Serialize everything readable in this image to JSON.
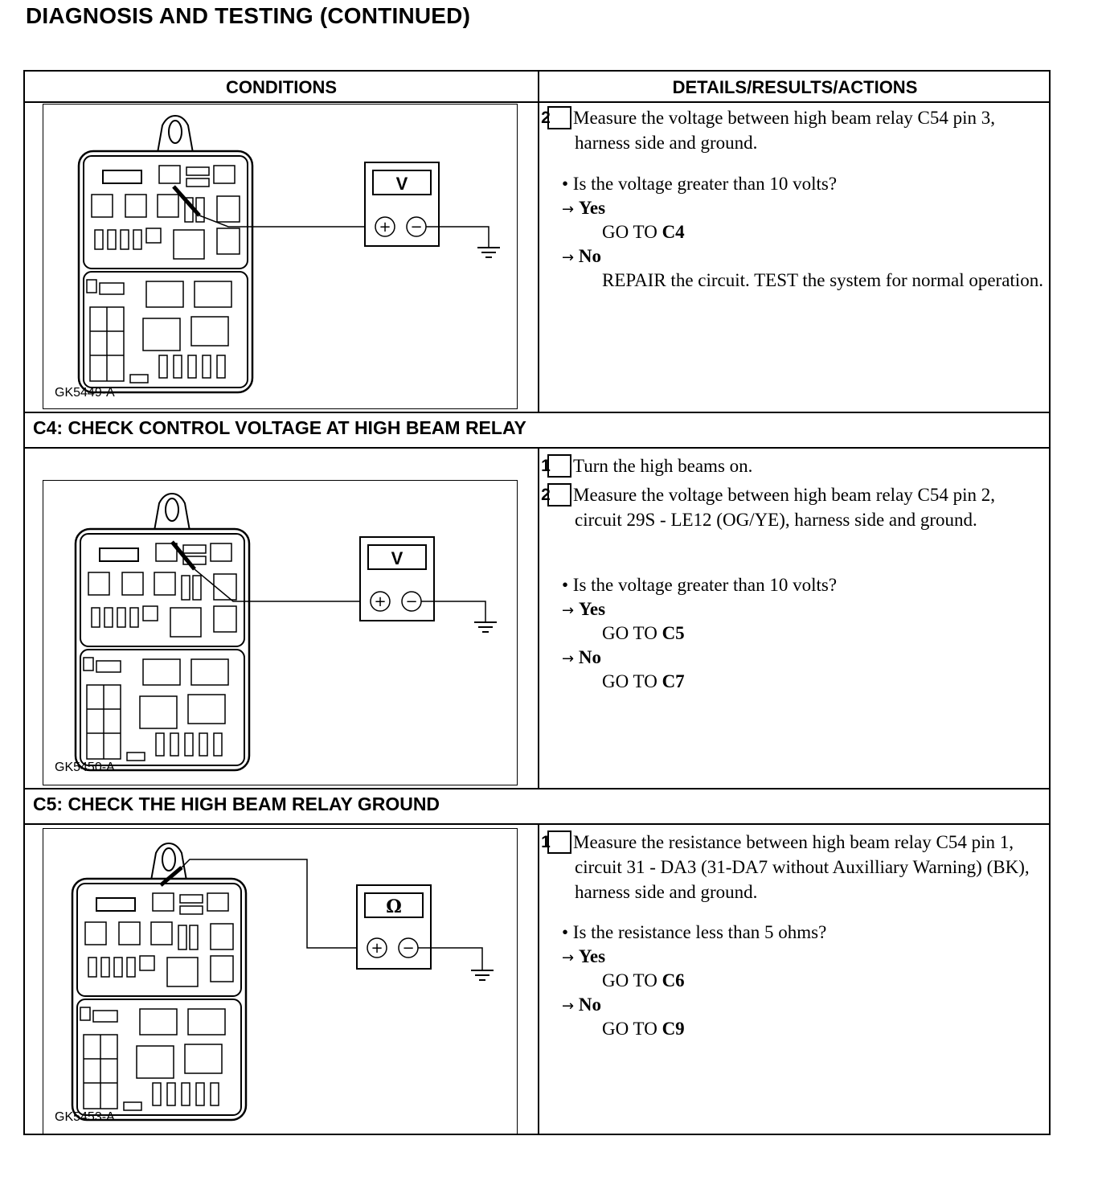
{
  "page_title": "DIAGNOSIS AND TESTING (CONTINUED)",
  "columns": {
    "conditions": "CONDITIONS",
    "details": "DETAILS/RESULTS/ACTIONS"
  },
  "row1": {
    "figure_code": "GK5449-A",
    "meter_label": "V",
    "plus": "+",
    "minus": "−",
    "step2_num": "2",
    "step2_text": "Measure the voltage between high beam relay C54 pin 3, harness side and ground.",
    "question": "• Is the voltage greater than 10 volts?",
    "yes_arrow": "→",
    "yes_label": "Yes",
    "yes_goto": "GO TO",
    "yes_target": "C4",
    "no_arrow": "→",
    "no_label": "No",
    "no_action": "REPAIR the circuit. TEST the system for normal operation."
  },
  "section_c4": {
    "title": "C4: CHECK CONTROL VOLTAGE AT HIGH BEAM RELAY",
    "figure_code": "GK5450-A",
    "meter_label": "V",
    "plus": "+",
    "minus": "−",
    "step1_num": "1",
    "step1_text": "Turn the high beams on.",
    "step2_num": "2",
    "step2_text": "Measure the voltage between high beam relay C54 pin 2, circuit 29S - LE12 (OG/YE), harness side and ground.",
    "question": "• Is the voltage greater than 10 volts?",
    "yes_arrow": "→",
    "yes_label": "Yes",
    "yes_goto": "GO TO",
    "yes_target": "C5",
    "no_arrow": "→",
    "no_label": "No",
    "no_goto": "GO TO",
    "no_target": "C7"
  },
  "section_c5": {
    "title": "C5: CHECK THE HIGH BEAM RELAY GROUND",
    "figure_code": "GK5453-A",
    "meter_label": "Ω",
    "plus": "+",
    "minus": "−",
    "step1_num": "1",
    "step1_text": "Measure the resistance between high beam relay C54 pin 1, circuit 31 - DA3 (31-DA7 without Auxilliary Warning) (BK), harness side and ground.",
    "question": "• Is the resistance less than 5 ohms?",
    "yes_arrow": "→",
    "yes_label": "Yes",
    "yes_goto": "GO TO",
    "yes_target": "C6",
    "no_arrow": "→",
    "no_label": "No",
    "no_goto": "GO TO",
    "no_target": "C9"
  }
}
